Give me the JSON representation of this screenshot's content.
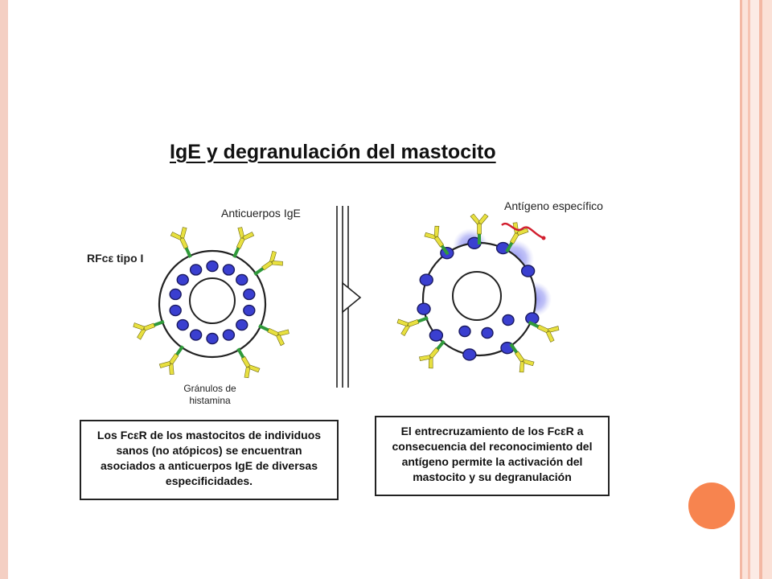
{
  "slide": {
    "title": "IgE y degranulación del mastocito"
  },
  "labels": {
    "antibodies": "Anticuerpos IgE",
    "receptor": "RFcε tipo I",
    "antigen": "Antígeno específico",
    "granules": "Gránulos de histamina"
  },
  "captions": {
    "left": "Los FcεR de los mastocitos de individuos sanos (no atópicos) se encuentran asociados a anticuerpos IgE de diversas especificidades.",
    "right": "El entrecruzamiento de los FcεR a consecuencia del reconocimiento del antígeno permite la activación del mastocito y su degranulación"
  },
  "colors": {
    "frame": "#f4cfc3",
    "accent": "#f7844f",
    "granule": "#3a3fd0",
    "halo": "#9a9cf0",
    "antibody": "#e8e040",
    "receptor": "#2f9a3a",
    "antigen": "#d21e2e"
  }
}
